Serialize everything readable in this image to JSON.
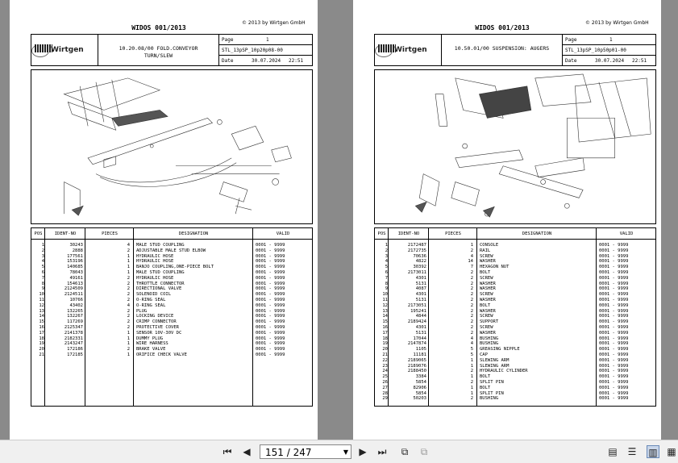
{
  "pages": [
    {
      "copyright": "© 2013 by Wirtgen GmbH",
      "doc_title": "WIDOS 001/2013",
      "logo_text": "Wirtgen",
      "section_title_line1": "10.20.08/00 FOLD.CONVEYOR",
      "section_title_line2": "TURN/SLEW",
      "page_label": "Page",
      "page_value": "1",
      "sheet_id": "STL_13pSP_10p20p08-00",
      "date_label": "Date",
      "date_value": "30.07.2024",
      "time_value": "22:51",
      "columns": [
        "POS",
        "IDENT-NO",
        "PIECES",
        "DESIGNATION",
        "VALID"
      ],
      "rows": [
        [
          "1",
          "30243",
          "4",
          "MALE STUD COUPLING",
          "0001 - 9999"
        ],
        [
          "2",
          "2888",
          "2",
          "ADJUSTABLE MALE STUD ELBOW",
          "0001 - 9999"
        ],
        [
          "3",
          "177561",
          "1",
          "HYDRAULIC HOSE",
          "0001 - 9999"
        ],
        [
          "4",
          "153196",
          "1",
          "HYDRAULIC HOSE",
          "0001 - 9999"
        ],
        [
          "5",
          "140685",
          "1",
          "BANJO COUPLING,ONE-PIECE BOLT",
          "0001 - 9999"
        ],
        [
          "6",
          "78043",
          "1",
          "MALE STUD COUPLING",
          "0001 - 9999"
        ],
        [
          "7",
          "49161",
          "2",
          "HYDRAULIC HOSE",
          "0001 - 9999"
        ],
        [
          "8",
          "154613",
          "2",
          "THROTTLE CONNECTOR",
          "0001 - 9999"
        ],
        [
          "9",
          "2124509",
          "2",
          "DIRECTIONAL VALVE",
          "0001 - 9999"
        ],
        [
          "10",
          "2124511",
          "2",
          "SOLENOID COIL",
          "0001 - 9999"
        ],
        [
          "11",
          "10766",
          "2",
          "O-RING SEAL",
          "0001 - 9999"
        ],
        [
          "12",
          "43402",
          "4",
          "O-RING SEAL",
          "0001 - 9999"
        ],
        [
          "13",
          "132265",
          "2",
          "PLUG",
          "0001 - 9999"
        ],
        [
          "14",
          "132267",
          "2",
          "LOCKING DEVICE",
          "0001 - 9999"
        ],
        [
          "15",
          "117269",
          "2",
          "CRIMP CONNECTOR",
          "0001 - 9999"
        ],
        [
          "16",
          "2125347",
          "2",
          "PROTECTIVE COVER",
          "0001 - 9999"
        ],
        [
          "17",
          "2141378",
          "1",
          "SENSOR 10V-30V DC",
          "0001 - 9999"
        ],
        [
          "18",
          "2182331",
          "1",
          "DUMMY PLUG",
          "0001 - 9999"
        ],
        [
          "19",
          "2143247",
          "1",
          "WIRE HARNESS",
          "0001 - 9999"
        ],
        [
          "20",
          "172186",
          "2",
          "BRAKE VALVE",
          "0001 - 9999"
        ],
        [
          "21",
          "172185",
          "1",
          "ORIFICE CHECK VALVE",
          "0001 - 9999"
        ]
      ]
    },
    {
      "copyright": "© 2013 by Wirtgen GmbH",
      "doc_title": "WIDOS 001/2013",
      "logo_text": "Wirtgen",
      "section_title_line1": "10.50.01/00 SUSPENSION: AUGERS",
      "section_title_line2": "",
      "page_label": "Page",
      "page_value": "1",
      "sheet_id": "STL_13pSP_10p50p01-00",
      "date_label": "Date",
      "date_value": "30.07.2024",
      "time_value": "22:51",
      "columns": [
        "POS",
        "IDENT-NO",
        "PIECES",
        "DESIGNATION",
        "VALID"
      ],
      "rows": [
        [
          "1",
          "2172487",
          "1",
          "CONSOLE",
          "0001 - 9999"
        ],
        [
          "2",
          "2172735",
          "2",
          "RAIL",
          "0001 - 9999"
        ],
        [
          "3",
          "70636",
          "4",
          "SCREW",
          "0001 - 9999"
        ],
        [
          "4",
          "4822",
          "14",
          "WASHER",
          "0001 - 9999"
        ],
        [
          "5",
          "30392",
          "7",
          "HEXAGON NUT",
          "0001 - 9999"
        ],
        [
          "6",
          "2173011",
          "2",
          "BOLT",
          "0001 - 9999"
        ],
        [
          "7",
          "4301",
          "2",
          "SCREW",
          "0001 - 9999"
        ],
        [
          "8",
          "5131",
          "2",
          "WASHER",
          "0001 - 9999"
        ],
        [
          "9",
          "4087",
          "2",
          "WASHER",
          "0001 - 9999"
        ],
        [
          "10",
          "4301",
          "2",
          "SCREW",
          "0001 - 9999"
        ],
        [
          "11",
          "5131",
          "2",
          "WASHER",
          "0001 - 9999"
        ],
        [
          "12",
          "2173051",
          "2",
          "BOLT",
          "0001 - 9999"
        ],
        [
          "13",
          "195241",
          "2",
          "WASHER",
          "0001 - 9999"
        ],
        [
          "14",
          "4844",
          "2",
          "SCREW",
          "0001 - 9999"
        ],
        [
          "15",
          "2189424",
          "2",
          "SUPPORT",
          "0001 - 9999"
        ],
        [
          "16",
          "4301",
          "2",
          "SCREW",
          "0001 - 9999"
        ],
        [
          "17",
          "5131",
          "2",
          "WASHER",
          "0001 - 9999"
        ],
        [
          "18",
          "17044",
          "4",
          "BUSHING",
          "0001 - 9999"
        ],
        [
          "19",
          "2147874",
          "4",
          "BUSHING",
          "0001 - 9999"
        ],
        [
          "20",
          "1105",
          "5",
          "GREASING NIPPLE",
          "0001 - 9999"
        ],
        [
          "21",
          "11181",
          "5",
          "CAP",
          "0001 - 9999"
        ],
        [
          "22",
          "2189065",
          "1",
          "SLEWING ARM",
          "0001 - 9999"
        ],
        [
          "23",
          "2189076",
          "1",
          "SLEWING ARM",
          "0001 - 9999"
        ],
        [
          "24",
          "2188450",
          "2",
          "HYDRAULIC CYLINDER",
          "0001 - 9999"
        ],
        [
          "25",
          "3384",
          "1",
          "BOLT",
          "0001 - 9999"
        ],
        [
          "26",
          "5854",
          "2",
          "SPLIT PIN",
          "0001 - 9999"
        ],
        [
          "27",
          "82906",
          "1",
          "BOLT",
          "0001 - 9999"
        ],
        [
          "28",
          "5854",
          "1",
          "SPLIT PIN",
          "0001 - 9999"
        ],
        [
          "29",
          "50203",
          "2",
          "BUSHING",
          "0001 - 9999"
        ]
      ]
    }
  ],
  "toolbar": {
    "current_page": "151 / 247",
    "icons": [
      "first-page-icon",
      "previous-page-icon",
      "next-page-icon",
      "last-page-icon",
      "go-back-icon",
      "go-forward-icon",
      "single-page-view-icon",
      "continuous-view-icon",
      "facing-view-icon",
      "continuous-facing-view-icon"
    ]
  }
}
